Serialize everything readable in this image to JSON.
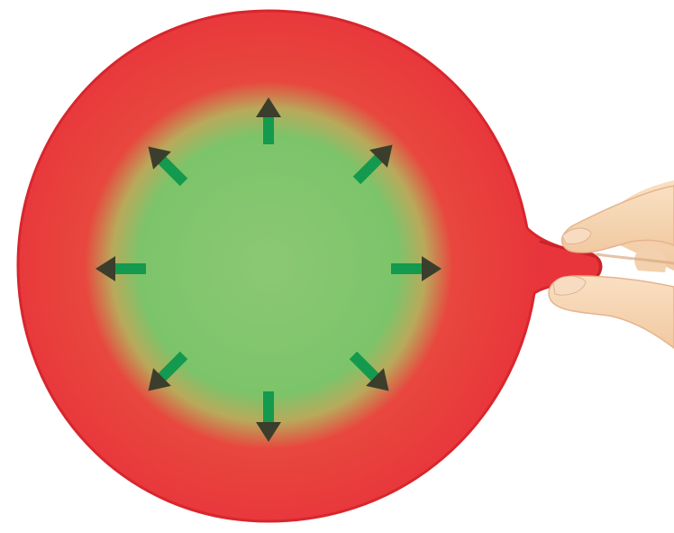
{
  "balloon": {
    "shape": "round-balloon-held-at-neck",
    "outer_color": "#e8353b",
    "rim_color": "#d8262d",
    "inner_color": "#7bc46a",
    "inner_light_color": "#8cc874"
  },
  "pressure_arrows": {
    "count": 8,
    "directions": [
      "up",
      "up-right",
      "right",
      "down-right",
      "down",
      "down-left",
      "left",
      "up-left"
    ],
    "shaft_color": "#139a4e",
    "head_color": "#3b3e2c"
  },
  "hand": {
    "action": "pinching-balloon-neck",
    "skin_color": "#f6d7b4",
    "shadow_color": "#d8aa84"
  }
}
